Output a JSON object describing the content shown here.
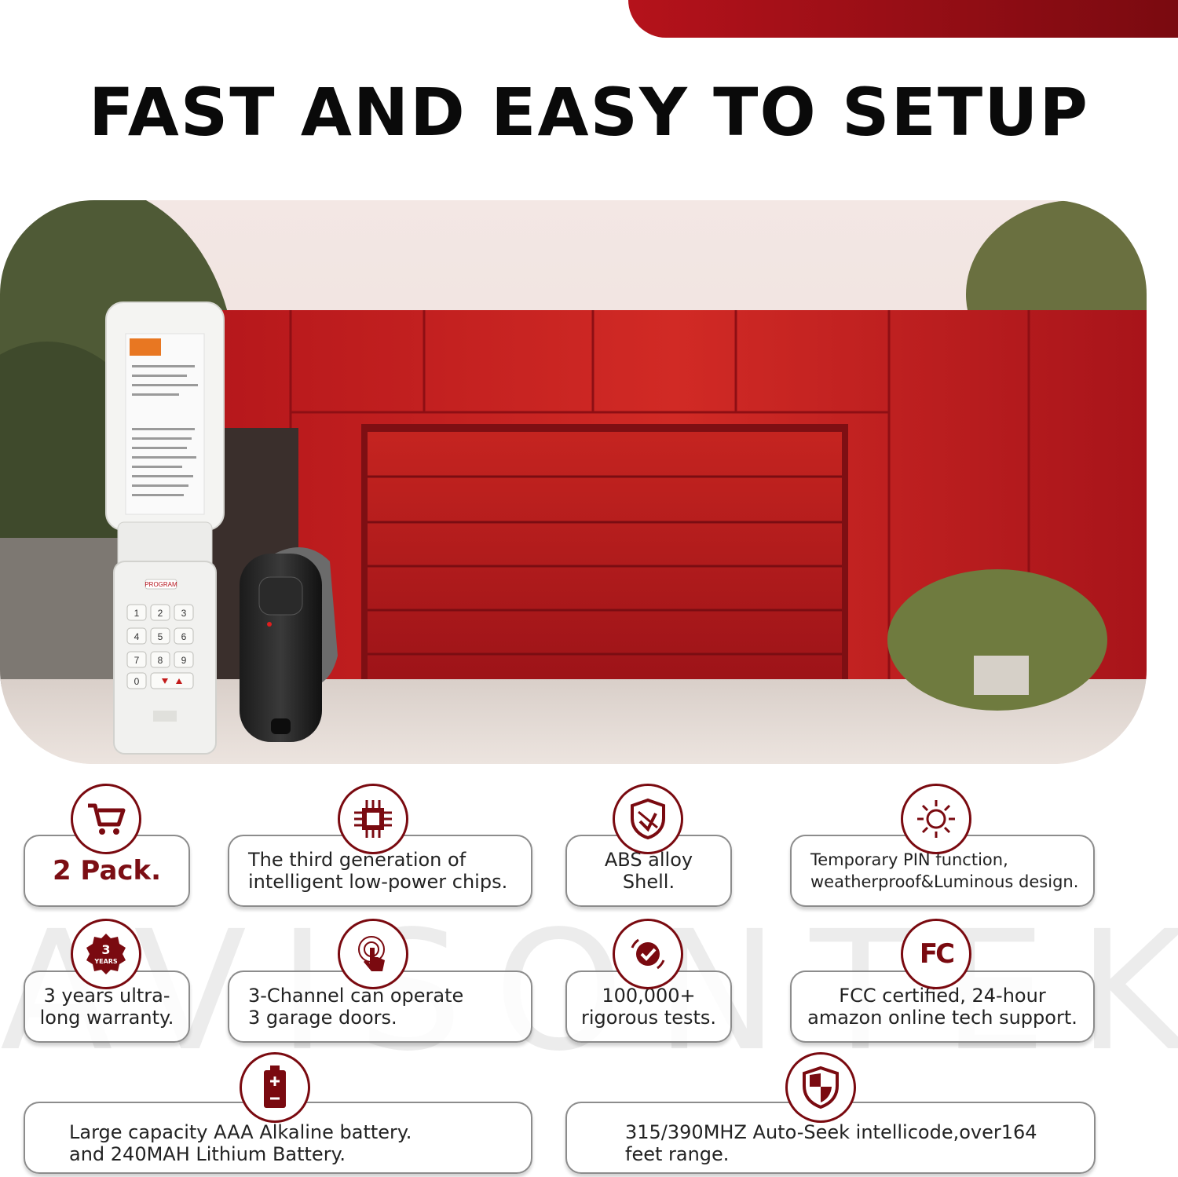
{
  "header": {
    "title": "FAST AND EASY TO SETUP"
  },
  "brand": {
    "watermark": "AVISONTEK",
    "accent": "#7a0a10"
  },
  "keypad": {
    "program_label": "PROGRAM",
    "keys": [
      "1",
      "2",
      "3",
      "4",
      "5",
      "6",
      "7",
      "8",
      "9",
      "0"
    ]
  },
  "features": [
    {
      "icon": "cart-icon",
      "text": "2 Pack."
    },
    {
      "icon": "chip-icon",
      "text": "The third generation of\nintelligent low-power chips."
    },
    {
      "icon": "shield-icon",
      "text": "ABS alloy Shell."
    },
    {
      "icon": "sun-icon",
      "text": "Temporary PIN function,\nweatherproof&Luminous design."
    },
    {
      "icon": "warranty-icon",
      "text": "3 years ultra-\nlong warranty.",
      "badge_number": "3",
      "badge_word": "YEARS"
    },
    {
      "icon": "touch-icon",
      "text": "3-Channel can operate\n3 garage doors."
    },
    {
      "icon": "check-icon",
      "text": "100,000+\nrigorous tests."
    },
    {
      "icon": "fcc-icon",
      "text": "FCC certified, 24-hour\namazon online tech support.",
      "badge_text": "FC"
    },
    {
      "icon": "battery-icon",
      "text": "Large capacity AAA Alkaline battery.\nand 240MAH Lithium Battery."
    },
    {
      "icon": "security-shield-icon",
      "text": "315/390MHZ Auto-Seek intellicode,over164\nfeet range."
    }
  ]
}
